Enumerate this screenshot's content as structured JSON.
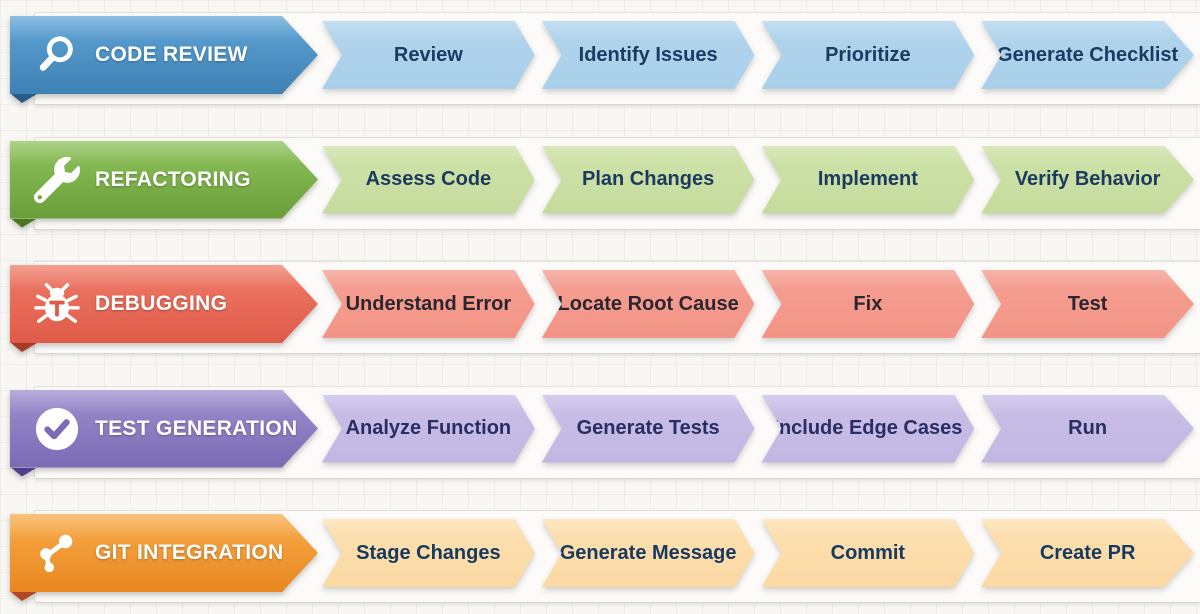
{
  "page": {
    "background_color": "#f8f7f4",
    "grid_line_color": "#d5d0c6"
  },
  "workflows": [
    {
      "id": "code-review",
      "label": "CODE REVIEW",
      "icon": "magnifier-icon",
      "colors": {
        "header_top": "#60a4d6",
        "header_bottom": "#3d80b3",
        "step_top": "#b3d5ee",
        "step_bg": "#a9cfe9",
        "step_text": "#1b3c60",
        "fold": "#275c8a"
      },
      "steps": [
        "Review",
        "Identify Issues",
        "Prioritize",
        "Generate Checklist"
      ]
    },
    {
      "id": "refactoring",
      "label": "REFACTORING",
      "icon": "wrench-icon",
      "colors": {
        "header_top": "#8fc25c",
        "header_bottom": "#699e38",
        "step_top": "#cde2a8",
        "step_bg": "#c6dc9e",
        "step_text": "#1c3a5e",
        "fold": "#49761f"
      },
      "steps": [
        "Assess Code",
        "Plan Changes",
        "Implement",
        "Verify Behavior"
      ]
    },
    {
      "id": "debugging",
      "label": "DEBUGGING",
      "icon": "bug-icon",
      "colors": {
        "header_top": "#ee7b68",
        "header_bottom": "#e05a48",
        "step_top": "#f5a093",
        "step_bg": "#f29486",
        "step_text": "#2b2530",
        "fold": "#a53a28"
      },
      "steps": [
        "Understand Error",
        "Locate Root Cause",
        "Fix",
        "Test"
      ]
    },
    {
      "id": "test-generation",
      "label": "TEST GENERATION",
      "icon": "check-circle-icon",
      "colors": {
        "header_top": "#9c8ecd",
        "header_bottom": "#7b6ab5",
        "step_top": "#cabfe8",
        "step_bg": "#c2b6e3",
        "step_text": "#282e63",
        "fold": "#4d3f8c"
      },
      "steps": [
        "Analyze Function",
        "Generate Tests",
        "Include Edge Cases",
        "Run"
      ]
    },
    {
      "id": "git-integration",
      "label": "GIT INTEGRATION",
      "icon": "git-branch-icon",
      "colors": {
        "header_top": "#f7ac4b",
        "header_bottom": "#e9861f",
        "step_top": "#fce0b1",
        "step_bg": "#fbd9a3",
        "step_text": "#17395e",
        "fold": "#b04825"
      },
      "steps": [
        "Stage Changes",
        "Generate Message",
        "Commit",
        "Create PR"
      ]
    }
  ]
}
